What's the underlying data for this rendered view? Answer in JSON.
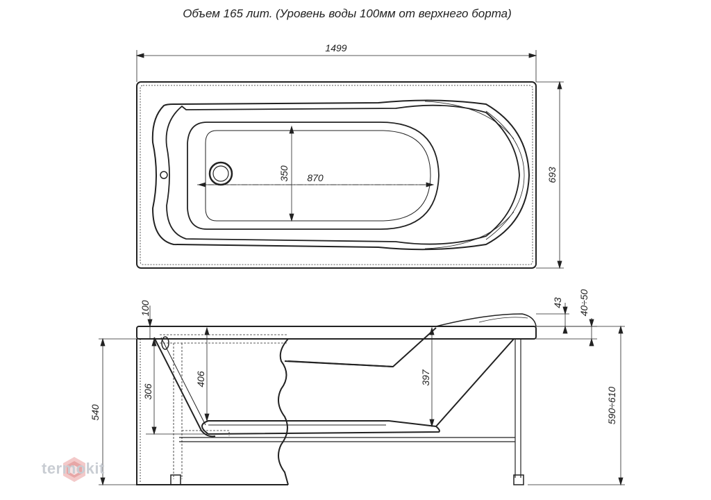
{
  "header": {
    "title": "Объем 165 лит. (Уровень воды 100мм от верхнего борта)"
  },
  "top_view": {
    "dim_length": "1499",
    "dim_width": "693",
    "dim_inner_length": "870",
    "dim_inner_width": "350"
  },
  "side_view": {
    "dim_water_level": "100",
    "dim_306": "306",
    "dim_406": "406",
    "dim_397": "397",
    "dim_540": "540",
    "dim_43": "43",
    "dim_legs_adj": "40÷50",
    "dim_total_height": "590÷610"
  },
  "watermark": {
    "text": "termokit"
  }
}
